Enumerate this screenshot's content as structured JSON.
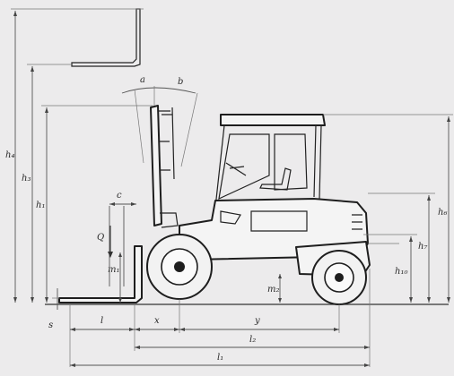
{
  "labels": {
    "h4": "h₄",
    "h3": "h₃",
    "h1": "h₁",
    "h6": "h₆",
    "h7": "h₇",
    "h10": "h₁₀",
    "m1": "m₁",
    "m2": "m₂",
    "a": "a",
    "b": "b",
    "c": "c",
    "Q": "Q",
    "s": "s",
    "l": "l",
    "x": "x",
    "y": "y",
    "l2": "l₂",
    "l1": "l₁"
  }
}
